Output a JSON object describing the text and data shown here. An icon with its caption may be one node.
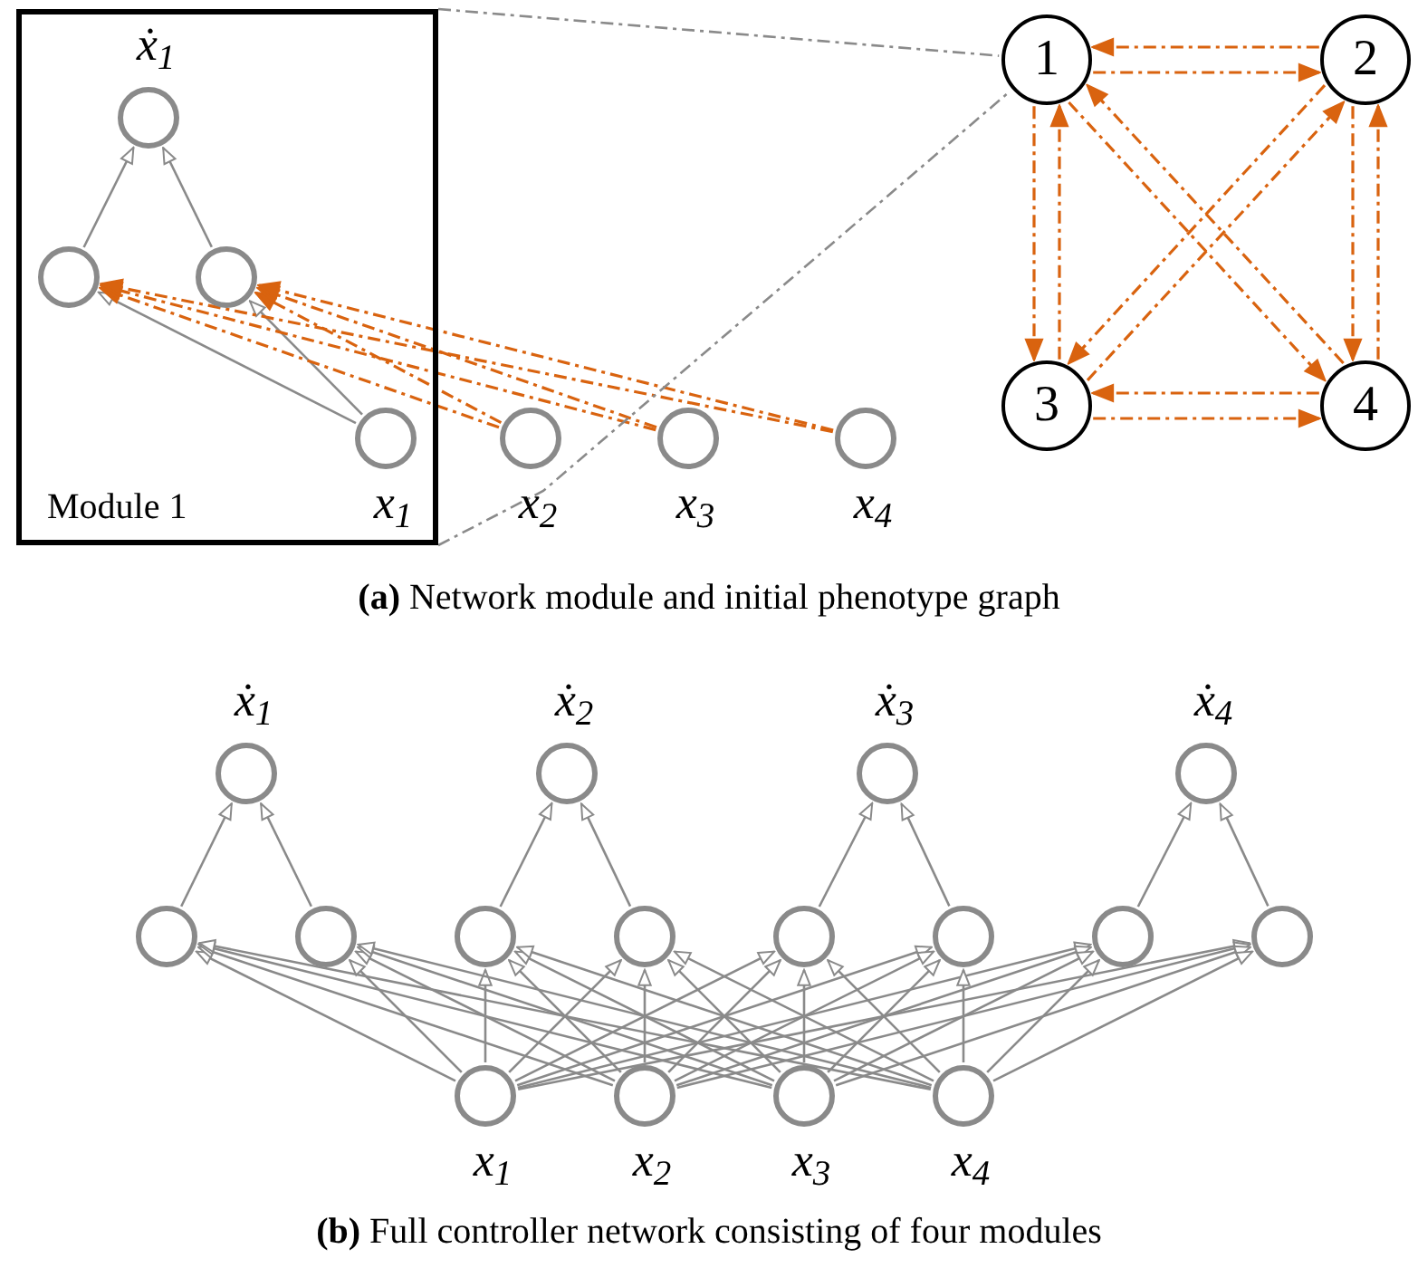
{
  "diagram": {
    "nodes": [
      {
        "text": [
          "Module 1"
        ]
      },
      {
        "text": [],
        "shape": "circle",
        "in": 0,
        "beside": [
          "ẋ$_{1}$"
        ]
      },
      {
        "text": [],
        "shape": "circle",
        "in": 0
      },
      {
        "text": [],
        "shape": "circle",
        "in": 0
      },
      {
        "text": [],
        "shape": "circle",
        "in": 0,
        "beside": [
          "x$_{1}$"
        ]
      },
      {
        "text": [],
        "shape": "circle",
        "beside": [
          "x$_{2}$"
        ]
      },
      {
        "text": [],
        "shape": "circle",
        "beside": [
          "x$_{3}$"
        ]
      },
      {
        "text": [],
        "shape": "circle",
        "beside": [
          "x$_{4}$"
        ]
      },
      {
        "text": [
          "1"
        ]
      },
      {
        "text": [
          "2"
        ]
      },
      {
        "text": [
          "3"
        ]
      },
      {
        "text": [
          "4"
        ]
      },
      {
        "text": [],
        "shape": "circle",
        "beside": [
          "ẋ$_{1}$"
        ]
      },
      {
        "text": [],
        "shape": "circle",
        "beside": [
          "ẋ$_{2}$"
        ]
      },
      {
        "text": [],
        "shape": "circle",
        "beside": [
          "ẋ$_{3}$"
        ]
      },
      {
        "text": [],
        "shape": "circle",
        "beside": [
          "ẋ$_{4}$"
        ]
      },
      {
        "text": [],
        "shape": "circle"
      },
      {
        "text": [],
        "shape": "circle"
      },
      {
        "text": [],
        "shape": "circle"
      },
      {
        "text": [],
        "shape": "circle"
      },
      {
        "text": [],
        "shape": "circle"
      },
      {
        "text": [],
        "shape": "circle"
      },
      {
        "text": [],
        "shape": "circle"
      },
      {
        "text": [],
        "shape": "circle"
      },
      {
        "text": [],
        "shape": "circle",
        "beside": [
          "x$_{1}$"
        ]
      },
      {
        "text": [],
        "shape": "circle",
        "beside": [
          "x$_{2}$"
        ]
      },
      {
        "text": [],
        "shape": "circle",
        "beside": [
          "x$_{3}$"
        ]
      },
      {
        "text": [],
        "shape": "circle",
        "beside": [
          "x$_{4}$"
        ]
      }
    ],
    "edges": [
      {
        "from": 2,
        "to": 1,
        "arrow": "to"
      },
      {
        "from": 3,
        "to": 1,
        "arrow": "to"
      },
      {
        "from": 4,
        "to": 2,
        "arrow": "to"
      },
      {
        "from": 4,
        "to": 3,
        "arrow": "to"
      },
      {
        "from": 5,
        "to": 2,
        "arrow": "to",
        "style": "dashed",
        "color": "#d9630f"
      },
      {
        "from": 5,
        "to": 3,
        "arrow": "to",
        "style": "dashed",
        "color": "#d9630f"
      },
      {
        "from": 6,
        "to": 2,
        "arrow": "to",
        "style": "dashed",
        "color": "#d9630f"
      },
      {
        "from": 6,
        "to": 3,
        "arrow": "to",
        "style": "dashed",
        "color": "#d9630f"
      },
      {
        "from": 7,
        "to": 2,
        "arrow": "to",
        "style": "dashed",
        "color": "#d9630f"
      },
      {
        "from": 7,
        "to": 3,
        "arrow": "to",
        "style": "dashed",
        "color": "#d9630f"
      },
      {
        "from": 0,
        "to": 8,
        "arrow": "none",
        "style": "dashed"
      },
      {
        "from": 0,
        "to": 8,
        "arrow": "none",
        "style": "dashed"
      },
      {
        "from": 8,
        "to": 9,
        "arrow": "to",
        "style": "dashed",
        "color": "#d9630f"
      },
      {
        "from": 9,
        "to": 8,
        "arrow": "to",
        "style": "dashed",
        "color": "#d9630f"
      },
      {
        "from": 8,
        "to": 10,
        "arrow": "to",
        "style": "dashed",
        "color": "#d9630f"
      },
      {
        "from": 10,
        "to": 8,
        "arrow": "to",
        "style": "dashed",
        "color": "#d9630f"
      },
      {
        "from": 8,
        "to": 11,
        "arrow": "to",
        "style": "dashed",
        "color": "#d9630f"
      },
      {
        "from": 11,
        "to": 8,
        "arrow": "to",
        "style": "dashed",
        "color": "#d9630f"
      },
      {
        "from": 9,
        "to": 10,
        "arrow": "to",
        "style": "dashed",
        "color": "#d9630f"
      },
      {
        "from": 10,
        "to": 9,
        "arrow": "to",
        "style": "dashed",
        "color": "#d9630f"
      },
      {
        "from": 9,
        "to": 11,
        "arrow": "to",
        "style": "dashed",
        "color": "#d9630f"
      },
      {
        "from": 11,
        "to": 9,
        "arrow": "to",
        "style": "dashed",
        "color": "#d9630f"
      },
      {
        "from": 10,
        "to": 11,
        "arrow": "to",
        "style": "dashed",
        "color": "#d9630f"
      },
      {
        "from": 11,
        "to": 10,
        "arrow": "to",
        "style": "dashed",
        "color": "#d9630f"
      },
      {
        "from": 16,
        "to": 12,
        "arrow": "to"
      },
      {
        "from": 17,
        "to": 12,
        "arrow": "to"
      },
      {
        "from": 18,
        "to": 13,
        "arrow": "to"
      },
      {
        "from": 19,
        "to": 13,
        "arrow": "to"
      },
      {
        "from": 20,
        "to": 14,
        "arrow": "to"
      },
      {
        "from": 21,
        "to": 14,
        "arrow": "to"
      },
      {
        "from": 22,
        "to": 15,
        "arrow": "to"
      },
      {
        "from": 23,
        "to": 15,
        "arrow": "to"
      },
      {
        "from": 24,
        "to": 16,
        "arrow": "to"
      },
      {
        "from": 24,
        "to": 17,
        "arrow": "to"
      },
      {
        "from": 24,
        "to": 18,
        "arrow": "to"
      },
      {
        "from": 24,
        "to": 19,
        "arrow": "to"
      },
      {
        "from": 24,
        "to": 20,
        "arrow": "to"
      },
      {
        "from": 24,
        "to": 21,
        "arrow": "to"
      },
      {
        "from": 24,
        "to": 22,
        "arrow": "to"
      },
      {
        "from": 24,
        "to": 23,
        "arrow": "to"
      },
      {
        "from": 25,
        "to": 16,
        "arrow": "to"
      },
      {
        "from": 25,
        "to": 17,
        "arrow": "to"
      },
      {
        "from": 25,
        "to": 18,
        "arrow": "to"
      },
      {
        "from": 25,
        "to": 19,
        "arrow": "to"
      },
      {
        "from": 25,
        "to": 20,
        "arrow": "to"
      },
      {
        "from": 25,
        "to": 21,
        "arrow": "to"
      },
      {
        "from": 25,
        "to": 22,
        "arrow": "to"
      },
      {
        "from": 25,
        "to": 23,
        "arrow": "to"
      },
      {
        "from": 26,
        "to": 16,
        "arrow": "to"
      },
      {
        "from": 26,
        "to": 17,
        "arrow": "to"
      },
      {
        "from": 26,
        "to": 18,
        "arrow": "to"
      },
      {
        "from": 26,
        "to": 19,
        "arrow": "to"
      },
      {
        "from": 26,
        "to": 20,
        "arrow": "to"
      },
      {
        "from": 26,
        "to": 21,
        "arrow": "to"
      },
      {
        "from": 26,
        "to": 22,
        "arrow": "to"
      },
      {
        "from": 26,
        "to": 23,
        "arrow": "to"
      },
      {
        "from": 27,
        "to": 16,
        "arrow": "to"
      },
      {
        "from": 27,
        "to": 17,
        "arrow": "to"
      },
      {
        "from": 27,
        "to": 18,
        "arrow": "to"
      },
      {
        "from": 27,
        "to": 19,
        "arrow": "to"
      },
      {
        "from": 27,
        "to": 20,
        "arrow": "to"
      },
      {
        "from": 27,
        "to": 21,
        "arrow": "to"
      },
      {
        "from": 27,
        "to": 22,
        "arrow": "to"
      },
      {
        "from": 27,
        "to": 23,
        "arrow": "to"
      }
    ],
    "labels": [
      "**(a)** Network module and initial phenotype graph",
      "**(b)** Full controller network consisting of four modules"
    ]
  }
}
